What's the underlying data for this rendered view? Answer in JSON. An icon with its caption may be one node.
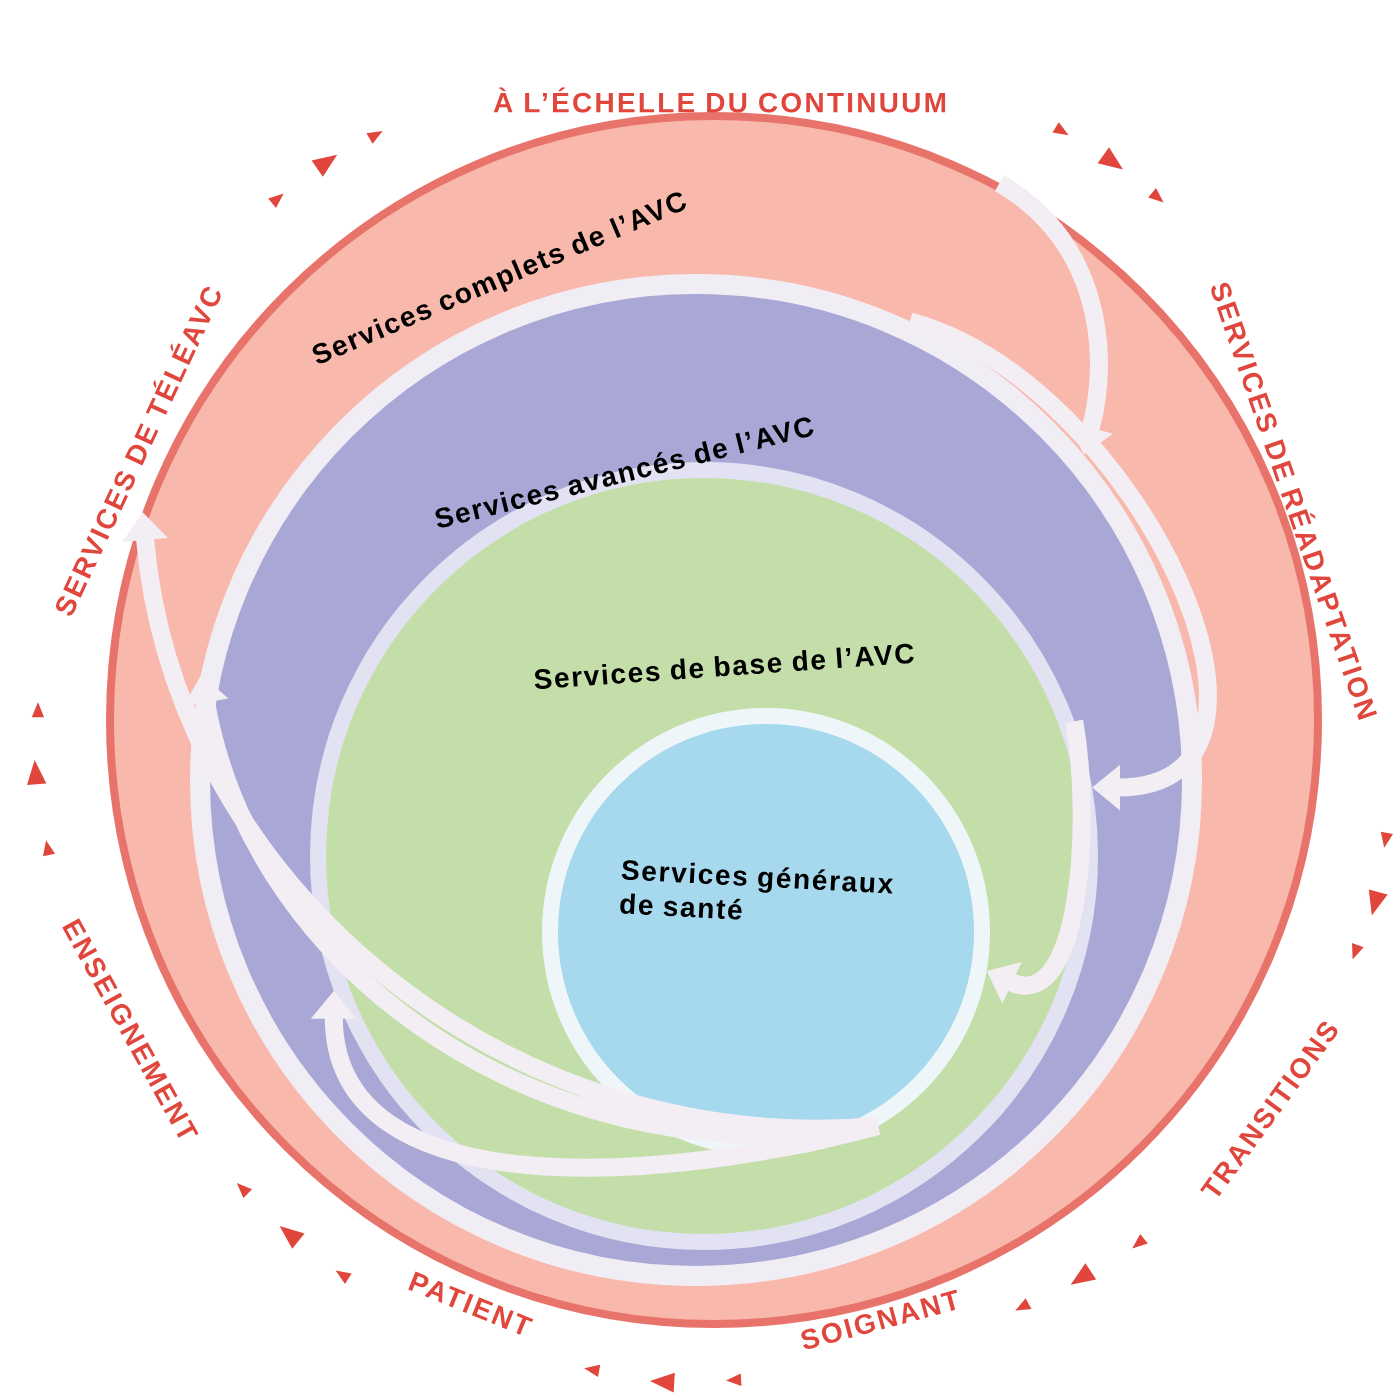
{
  "diagram": {
    "nodes": [
      {
        "text": [
          "Services complets de l’AVC"
        ]
      },
      {
        "text": [
          "Services avancés de l’AVC"
        ],
        "in": 0
      },
      {
        "text": [
          "Services de base de l’AVC"
        ],
        "in": 1
      },
      {
        "text": [
          "Services généraux de santé"
        ],
        "in": 2
      }
    ],
    "edges": [
      {
        "from": 0,
        "to": 1,
        "arrow": "to"
      },
      {
        "from": 1,
        "to": 2,
        "arrow": "to"
      },
      {
        "from": 2,
        "to": 3,
        "arrow": "to"
      },
      {
        "from": 3,
        "to": 2,
        "arrow": "to"
      },
      {
        "from": 3,
        "to": 1,
        "arrow": "to"
      },
      {
        "from": 3,
        "to": 0,
        "arrow": "to"
      }
    ],
    "labels": [
      "À L’ÉCHELLE DU CONTINUUM",
      "SERVICES DE RÉADAPTATION",
      "TRANSITIONS",
      "SOIGNANT",
      "PATIENT",
      "ENSEIGNEMENT",
      "SERVICES DE TÉLÉAVC"
    ]
  }
}
